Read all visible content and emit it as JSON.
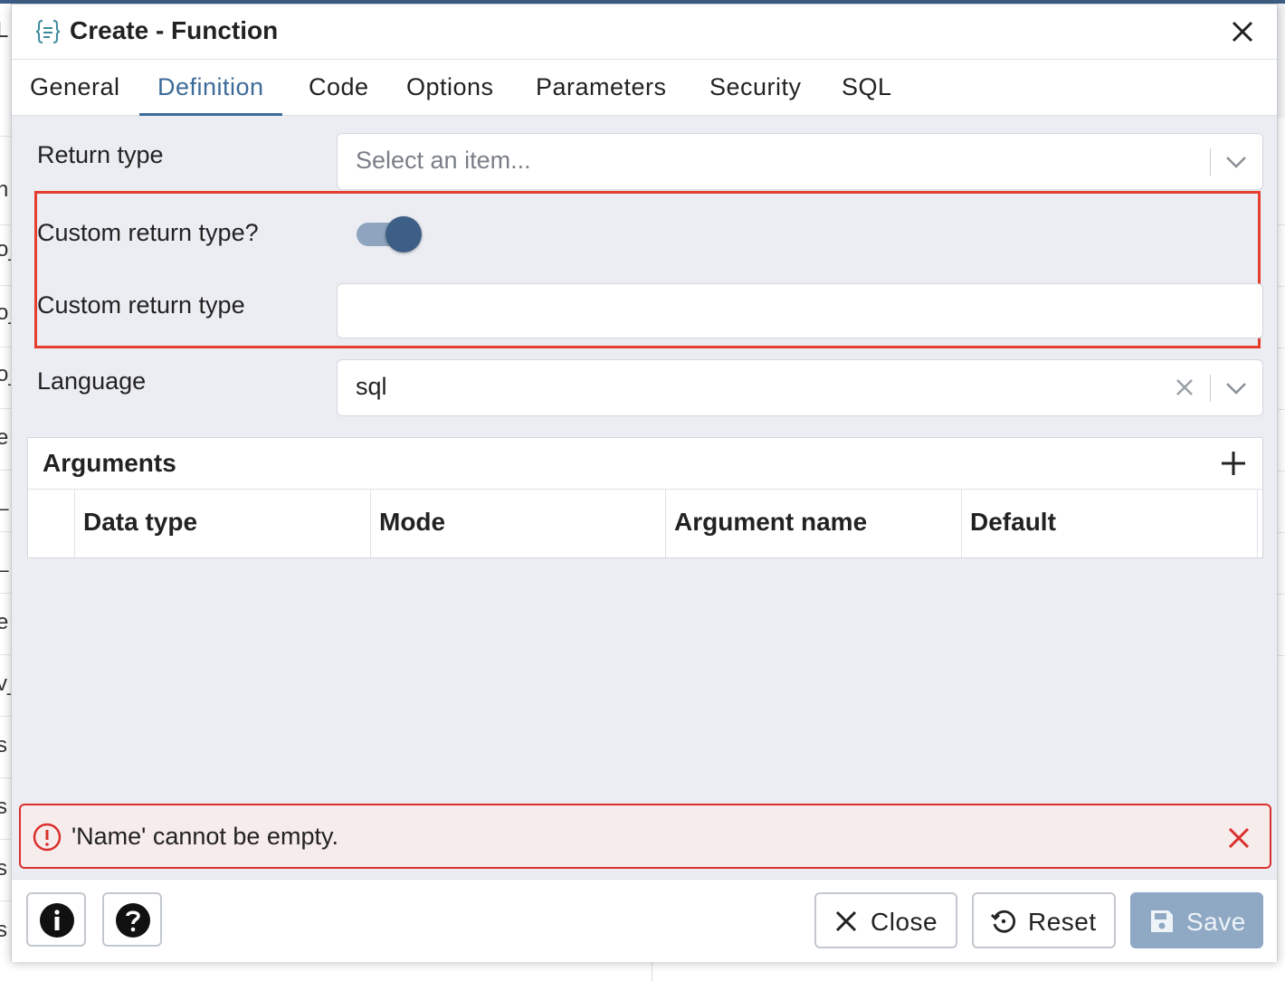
{
  "dialog": {
    "title": "Create - Function",
    "icon": "function-braces-icon"
  },
  "tabs": [
    {
      "label": "General",
      "active": false
    },
    {
      "label": "Definition",
      "active": true
    },
    {
      "label": "Code",
      "active": false
    },
    {
      "label": "Options",
      "active": false
    },
    {
      "label": "Parameters",
      "active": false
    },
    {
      "label": "Security",
      "active": false
    },
    {
      "label": "SQL",
      "active": false
    }
  ],
  "form": {
    "return_type": {
      "label": "Return type",
      "placeholder": "Select an item..."
    },
    "custom_return_toggle": {
      "label": "Custom return type?",
      "value": true
    },
    "custom_return_type": {
      "label": "Custom return type",
      "value": ""
    },
    "language": {
      "label": "Language",
      "value": "sql"
    }
  },
  "arguments": {
    "title": "Arguments",
    "columns": [
      "Data type",
      "Mode",
      "Argument name",
      "Default"
    ]
  },
  "error": {
    "message": "'Name' cannot be empty."
  },
  "footer": {
    "close_label": "Close",
    "reset_label": "Reset",
    "save_label": "Save"
  },
  "background_fragments": [
    "L",
    "n",
    "o_",
    "o_",
    "o_",
    "e",
    "_",
    "_",
    "e",
    "v_",
    "s",
    "s",
    "s",
    "s"
  ],
  "colors": {
    "accent": "#3d6b99",
    "highlight": "#e53d2e",
    "error": "#d9302c",
    "save_disabled": "#8fa9c4"
  }
}
